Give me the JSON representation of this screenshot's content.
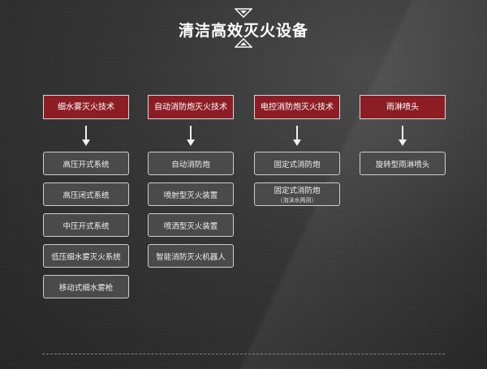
{
  "title": "清洁高效灭火设备",
  "columns": [
    {
      "heading": "细水雾灭火技术",
      "items": [
        {
          "label": "高压开式系统"
        },
        {
          "label": "高压闭式系统"
        },
        {
          "label": "中压开式系统"
        },
        {
          "label": "低压细水雾灭火系统"
        },
        {
          "label": "移动式细水雾枪"
        }
      ]
    },
    {
      "heading": "自动消防炮灭火技术",
      "items": [
        {
          "label": "自动消防炮"
        },
        {
          "label": "喷射型灭火装置"
        },
        {
          "label": "喷洒型灭火装置"
        },
        {
          "label": "智能消防灭火机器人"
        }
      ]
    },
    {
      "heading": "电控消防炮灭火技术",
      "items": [
        {
          "label": "固定式消防炮"
        },
        {
          "label": "固定式消防炮",
          "sub": "（泡沫水两用）"
        }
      ]
    },
    {
      "heading": "雨淋喷头",
      "items": [
        {
          "label": "旋转型雨淋喷头"
        }
      ]
    }
  ],
  "colors": {
    "heading_bg": "#8c1d25",
    "item_bg": "#4a4a4a",
    "background": "#353535"
  }
}
